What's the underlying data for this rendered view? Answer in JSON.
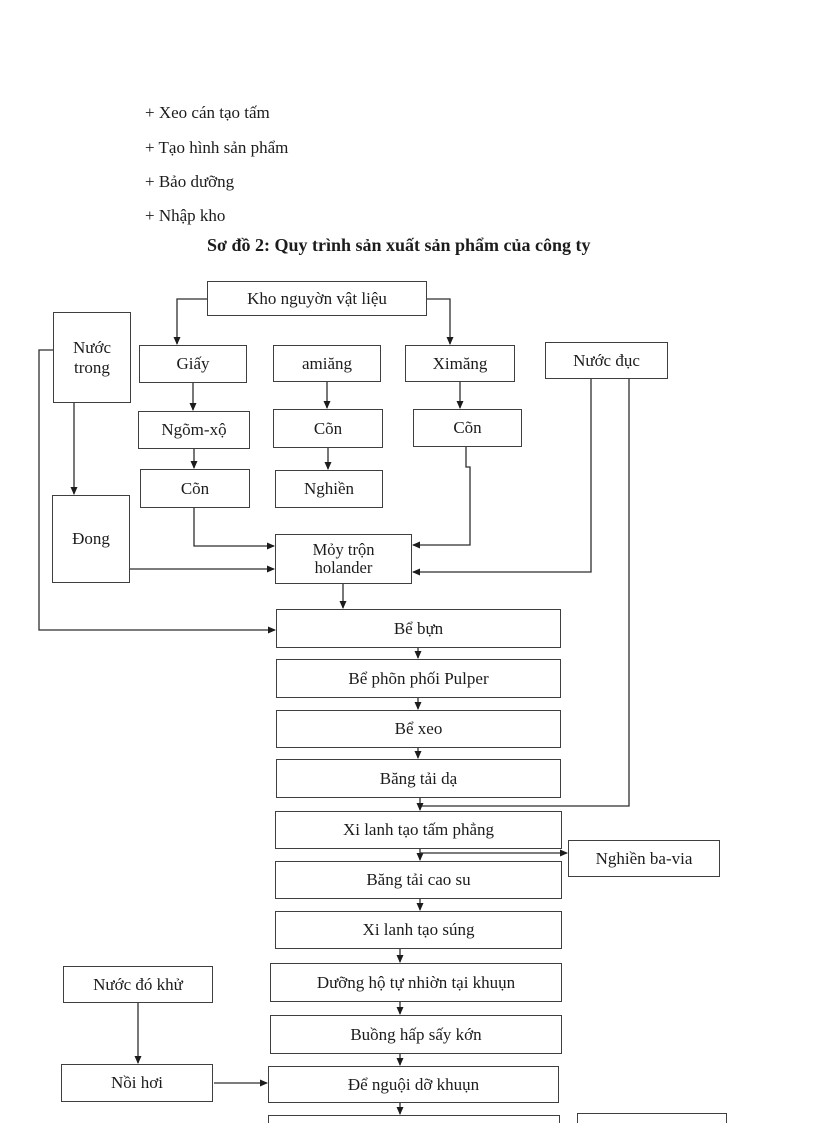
{
  "intro_list": {
    "items": [
      "+ Xeo cán tạo tấm",
      "+ Tạo hình sản phẩm",
      "+ Bảo dưỡng",
      "+ Nhập kho"
    ]
  },
  "title": "Sơ đồ 2: Quy trình sản xuất sản phẩm của công ty",
  "flowchart": {
    "nodes": {
      "kho": "Kho nguyờn vật liệu",
      "nuoc_trong": "Nước\ntrong",
      "giay": "Giấy",
      "amiang": "amiăng",
      "ximang": "Ximăng",
      "nuoc_duc": "Nước đục",
      "ngom_xo": "Ngõm-xộ",
      "con_giay": "Cõn",
      "con_amiang": "Cõn",
      "con_ximang": "Cõn",
      "nghien": "Nghiền",
      "dong": "Đong",
      "may_tron": "Mỏy trộn\nholander",
      "be_bun": "Bể bựn",
      "be_phan_phoi": "Bể phõn phối Pulper",
      "be_xeo": "Bể xeo",
      "bang_tai_da": "Băng tải dạ",
      "xi_lanh_tam_phang": "Xi lanh tạo tấm phẳng",
      "nghien_ba_via": "Nghiền ba-via",
      "bang_tai_cao_su": "Băng tải cao su",
      "xi_lanh_sung": "Xi lanh tạo súng",
      "nuoc_do_khu": "Nước đó khử",
      "duong_ho": "Dưỡng hộ tự nhiờn tại khuụn",
      "buong_hap": "Buồng hấp sấy kớn",
      "noi_hoi": "Nồi hơi",
      "de_nguoi": "Để nguội dỡ khuụn"
    }
  }
}
